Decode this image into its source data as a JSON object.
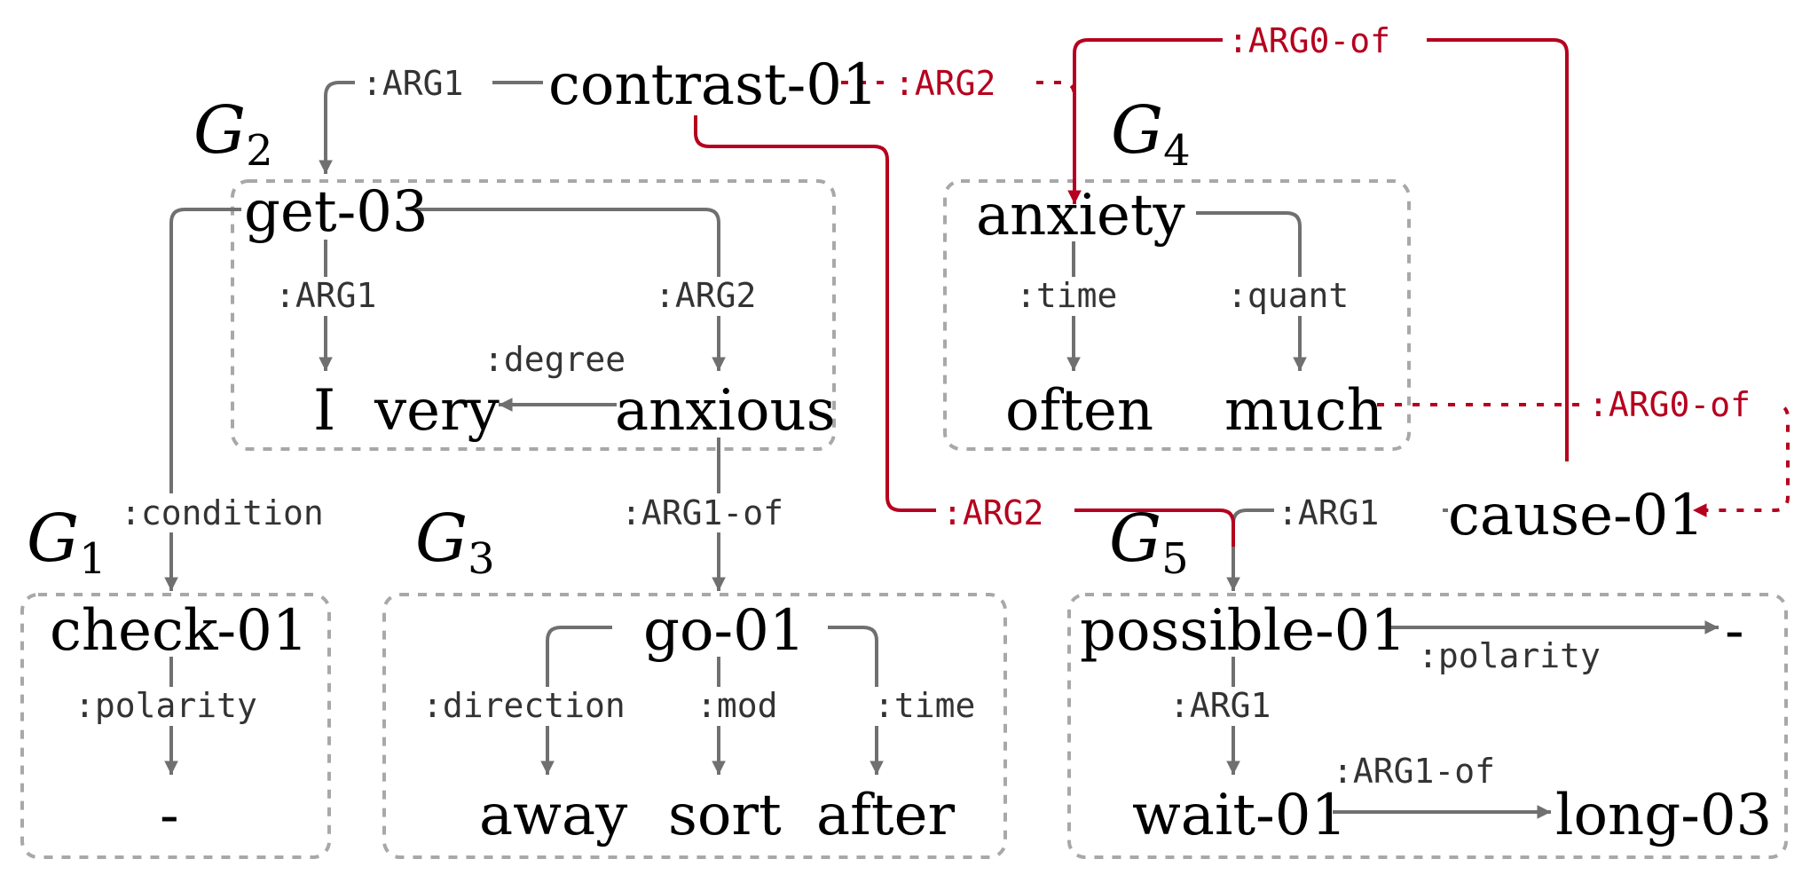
{
  "groups": {
    "g1": {
      "letter": "G",
      "sub": "1"
    },
    "g2": {
      "letter": "G",
      "sub": "2"
    },
    "g3": {
      "letter": "G",
      "sub": "3"
    },
    "g4": {
      "letter": "G",
      "sub": "4"
    },
    "g5": {
      "letter": "G",
      "sub": "5"
    }
  },
  "nodes": {
    "contrast": "contrast-01",
    "get": "get-03",
    "i": "I",
    "very": "very",
    "anxious": "anxious",
    "check": "check-01",
    "neg1": "-",
    "go": "go-01",
    "away": "away",
    "sort": "sort",
    "after": "after",
    "anxiety": "anxiety",
    "often": "often",
    "much": "much",
    "cause": "cause-01",
    "possible": "possible-01",
    "neg2": "-",
    "wait": "wait-01",
    "long": "long-03"
  },
  "relations": {
    "contrast_arg1": ":ARG1",
    "contrast_arg2": ":ARG2",
    "contrast_arg2_b": ":ARG2",
    "anxiety_arg0of": ":ARG0-of",
    "much_arg0of": ":ARG0-of",
    "get_arg1": ":ARG1",
    "get_arg2": ":ARG2",
    "degree": ":degree",
    "condition": ":condition",
    "arg1of": ":ARG1-of",
    "polarity1": ":polarity",
    "direction": ":direction",
    "mod": ":mod",
    "time1": ":time",
    "time2": ":time",
    "quant": ":quant",
    "cause_arg1": ":ARG1",
    "polarity2": ":polarity",
    "possible_arg1": ":ARG1",
    "wait_arg1of": ":ARG1-of"
  },
  "colors": {
    "edge": "#707070",
    "highlight": "#b5001e",
    "box": "#a8a8a8",
    "text": "#000000"
  }
}
